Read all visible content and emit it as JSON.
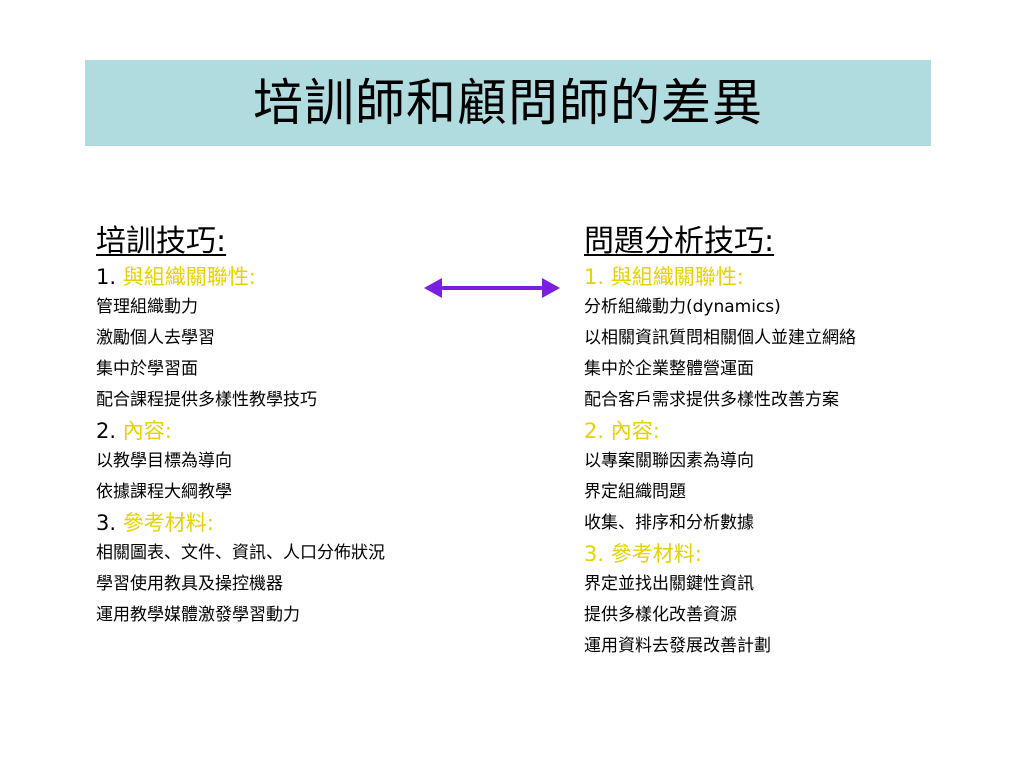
{
  "title": "培訓師和顧問師的差異",
  "colors": {
    "title_bg": "#b0dce0",
    "accent_yellow": "#e6d200",
    "arrow": "#7a1ee0"
  },
  "left": {
    "heading": "培訓技巧:",
    "sections": [
      {
        "number": "1.",
        "label": "與組織關聯性:",
        "items": [
          "管理組織動力",
          "激勵個人去學習",
          "集中於學習面",
          "配合課程提供多樣性教學技巧"
        ]
      },
      {
        "number": "2.",
        "label": "內容:",
        "items": [
          "以教學目標為導向",
          "依據課程大綱教學"
        ]
      },
      {
        "number": "3.",
        "label": "參考材料:",
        "items": [
          "相關圖表、文件、資訊、人口分佈狀況",
          "學習使用教具及操控機器",
          "運用教學媒體激發學習動力"
        ]
      }
    ]
  },
  "right": {
    "heading": "問題分析技巧:",
    "sections": [
      {
        "number": "1.",
        "label": "與組織關聯性:",
        "items": [
          "分析組織動力(dynamics)",
          "以相關資訊質問相關個人並建立網絡",
          "集中於企業整體營運面",
          "配合客戶需求提供多樣性改善方案"
        ]
      },
      {
        "number": "2.",
        "label": "內容:",
        "items": [
          "以專案關聯因素為導向",
          "界定組織問題",
          "收集、排序和分析數據"
        ]
      },
      {
        "number": "3.",
        "label": "參考材料:",
        "items": [
          "界定並找出關鍵性資訊",
          "提供多樣化改善資源",
          "運用資料去發展改善計劃"
        ]
      }
    ]
  }
}
